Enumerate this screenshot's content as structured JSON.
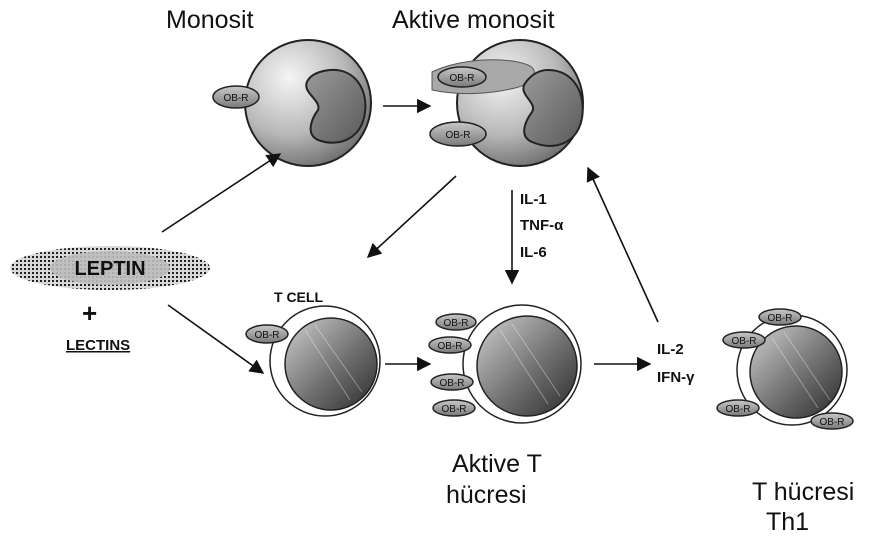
{
  "labels": {
    "monosit": "Monosit",
    "aktive_monosit": "Aktive monosit",
    "leptin": "LEPTIN",
    "plus": "+",
    "lectins": "LECTINS",
    "t_cell": "T CELL",
    "aktive_t_line1": "Aktive T",
    "aktive_t_line2": "hücresi",
    "th1_line1": "T hücresi",
    "th1_line2": "Th1"
  },
  "receptor": "OB-R",
  "cytokines_monocyte": [
    "IL-1",
    "TNF-α",
    "IL-6"
  ],
  "cytokines_tcell": [
    "IL-2",
    "IFN-γ"
  ]
}
